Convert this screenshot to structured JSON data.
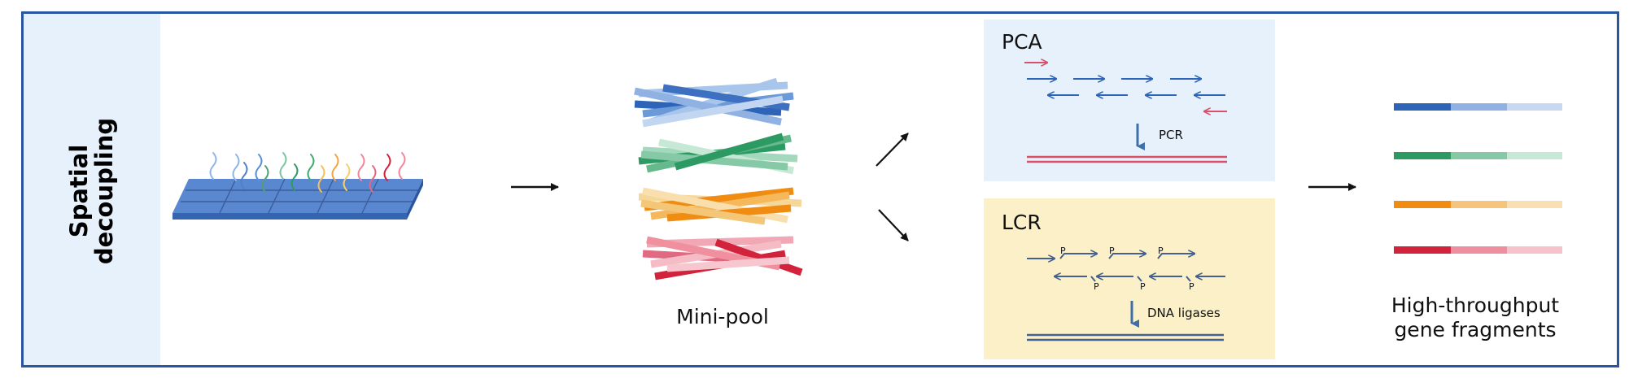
{
  "side_label": {
    "line1": "Spatial",
    "line2": "decoupling"
  },
  "minipool": {
    "label": "Mini-pool"
  },
  "pca": {
    "title": "PCA",
    "step_label": "PCR"
  },
  "lcr": {
    "title": "LCR",
    "step_label": "DNA ligases",
    "phos_mark": "P"
  },
  "output": {
    "line1": "High-throughput",
    "line2": "gene fragments"
  },
  "colors": {
    "blue": "#2d64b8",
    "green": "#2e9a63",
    "orange": "#f08c12",
    "red": "#d2233c",
    "pca_bg": "#e7f1fb",
    "lcr_bg": "#fbf0c8",
    "frame": "#2a55a0"
  }
}
